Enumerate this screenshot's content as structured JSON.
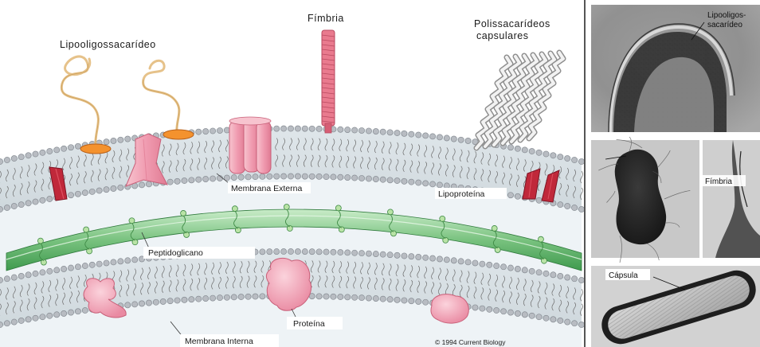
{
  "diagram": {
    "labels": {
      "lipooligosaccharide": "Lipooligossacarídeo",
      "fimbria": "Fímbria",
      "capsular_line1": "Polissacarídeos",
      "capsular_line2": "capsulares",
      "outer_membrane": "Membrana Externa",
      "lipoprotein": "Lipoproteína",
      "peptidoglycan": "Peptidoglicano",
      "protein": "Proteína",
      "inner_membrane": "Membrana Interna",
      "copyright": "© 1994 Current Biology"
    },
    "colors": {
      "background": "#e9eff3",
      "lipid_head": "#b8bcc2",
      "lipid_tail": "#6a6a6a",
      "peptidoglycan": "#5fb36a",
      "protein": "#f2a7b8",
      "lipoprotein": "#c0283a",
      "lps_core": "#f4922e",
      "lps_chain": "#e0c28a",
      "capsule_strand": "#9a9a9a"
    }
  },
  "micrographs": {
    "top": {
      "label_line1": "Lipooligos-",
      "label_line2": "sacarídeo"
    },
    "middle": {
      "label": "Fímbria"
    },
    "bottom": {
      "label": "Cápsula"
    }
  }
}
